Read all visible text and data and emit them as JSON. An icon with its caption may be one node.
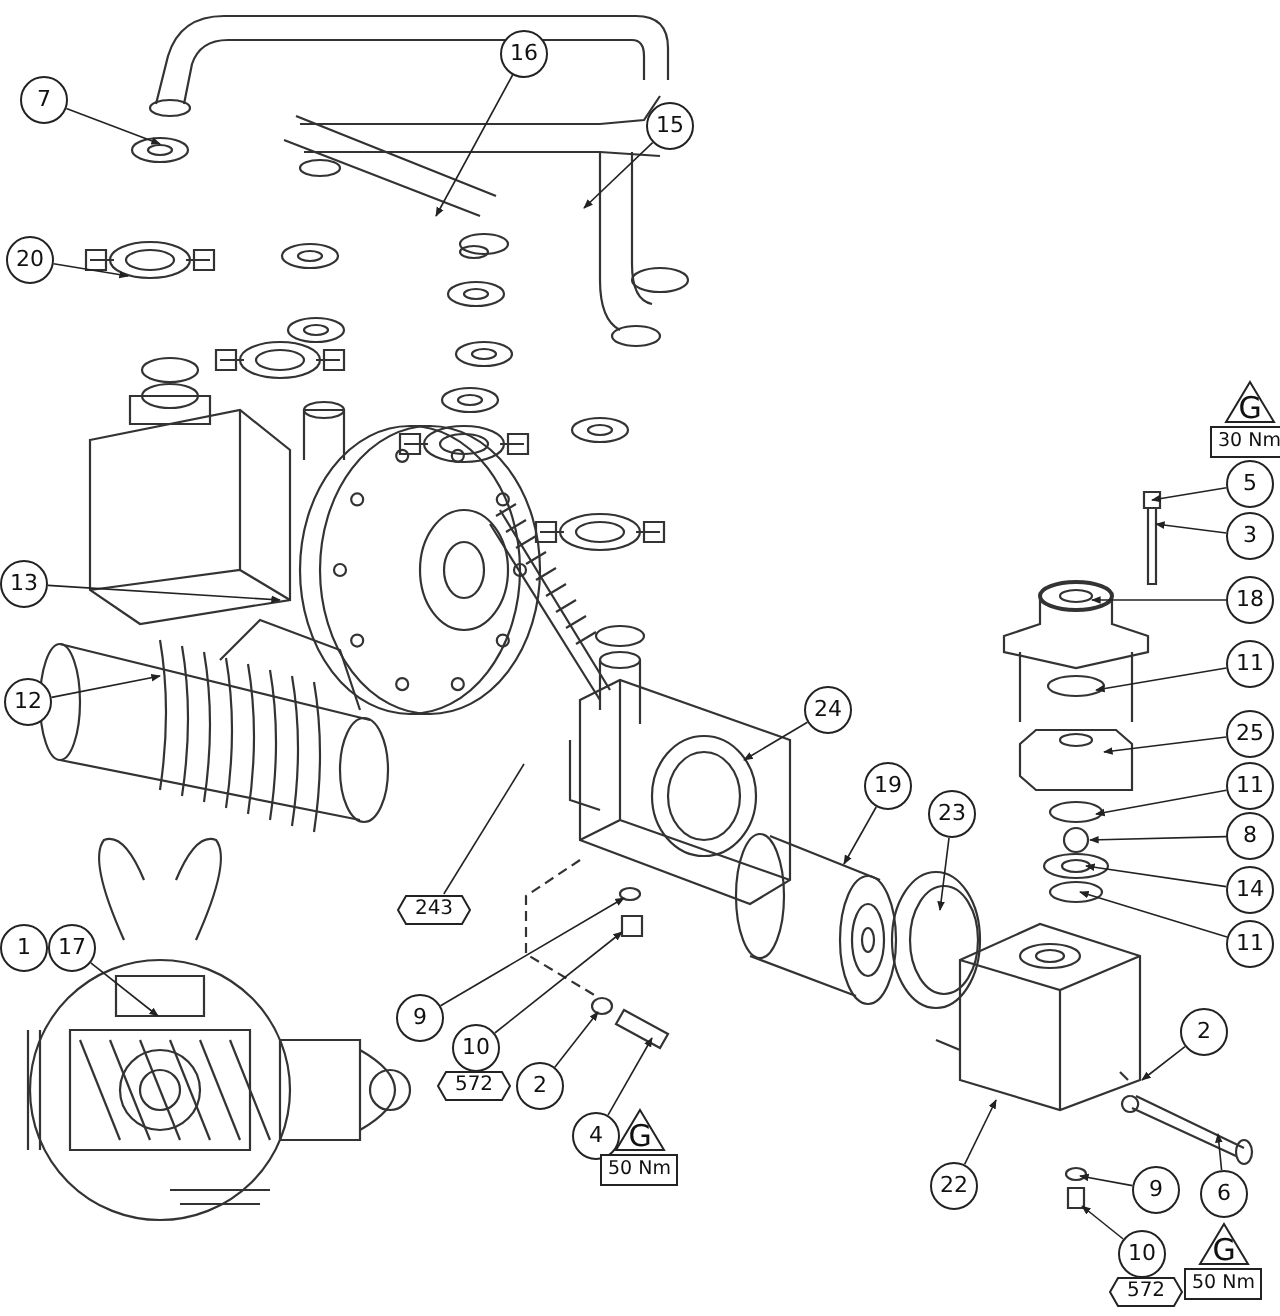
{
  "diagram": {
    "nodes": [
      {
        "text": [
          "7"
        ]
      },
      {
        "text": [
          "16"
        ]
      },
      {
        "text": [
          "15"
        ]
      },
      {
        "text": [
          "20"
        ]
      },
      {
        "text": [
          "13"
        ]
      },
      {
        "text": [
          "12"
        ]
      },
      {
        "text": [
          "243"
        ]
      },
      {
        "text": [
          "24"
        ]
      },
      {
        "text": [
          "19"
        ]
      },
      {
        "text": [
          "23"
        ]
      },
      {
        "text": [
          "9"
        ]
      },
      {
        "text": [
          "10"
        ]
      },
      {
        "text": [
          "572"
        ]
      },
      {
        "text": [
          "2"
        ]
      },
      {
        "text": [
          "4"
        ],
        "beside": [
          "G",
          "50 Nm"
        ]
      },
      {
        "text": [
          "1"
        ]
      },
      {
        "text": [
          "17"
        ]
      },
      {
        "text": [
          "5"
        ],
        "beside": [
          "G",
          "30 Nm"
        ]
      },
      {
        "text": [
          "3"
        ]
      },
      {
        "text": [
          "18"
        ]
      },
      {
        "text": [
          "11"
        ]
      },
      {
        "text": [
          "25"
        ]
      },
      {
        "text": [
          "11"
        ]
      },
      {
        "text": [
          "8"
        ]
      },
      {
        "text": [
          "14"
        ]
      },
      {
        "text": [
          "11"
        ]
      },
      {
        "text": [
          "2"
        ]
      },
      {
        "text": [
          "22"
        ]
      },
      {
        "text": [
          "9"
        ]
      },
      {
        "text": [
          "6"
        ],
        "beside": [
          "G",
          "50 Nm"
        ]
      },
      {
        "text": [
          "10"
        ]
      },
      {
        "text": [
          "572"
        ]
      }
    ],
    "edges": [
      {
        "from": 0,
        "to": null,
        "arrow": "to"
      },
      {
        "from": 1,
        "to": null,
        "arrow": "to"
      },
      {
        "from": 2,
        "to": null,
        "arrow": "to"
      },
      {
        "from": 3,
        "to": null,
        "arrow": "to"
      },
      {
        "from": 4,
        "to": null,
        "arrow": "to"
      },
      {
        "from": 5,
        "to": null,
        "arrow": "to"
      },
      {
        "from": 6,
        "to": null,
        "arrow": "none"
      },
      {
        "from": 7,
        "to": null,
        "arrow": "to"
      },
      {
        "from": 8,
        "to": null,
        "arrow": "to"
      },
      {
        "from": 9,
        "to": null,
        "arrow": "to"
      },
      {
        "from": 10,
        "to": null,
        "arrow": "to"
      },
      {
        "from": 11,
        "to": null,
        "arrow": "to"
      },
      {
        "from": 13,
        "to": null,
        "arrow": "to"
      },
      {
        "from": 14,
        "to": null,
        "arrow": "to"
      },
      {
        "from": 16,
        "to": null,
        "arrow": "to"
      },
      {
        "from": 17,
        "to": null,
        "arrow": "to"
      },
      {
        "from": 18,
        "to": null,
        "arrow": "to"
      },
      {
        "from": 19,
        "to": null,
        "arrow": "to"
      },
      {
        "from": 20,
        "to": null,
        "arrow": "to"
      },
      {
        "from": 21,
        "to": null,
        "arrow": "to"
      },
      {
        "from": 22,
        "to": null,
        "arrow": "to"
      },
      {
        "from": 23,
        "to": null,
        "arrow": "to"
      },
      {
        "from": 24,
        "to": null,
        "arrow": "to"
      },
      {
        "from": 25,
        "to": null,
        "arrow": "to"
      },
      {
        "from": 26,
        "to": null,
        "arrow": "to"
      },
      {
        "from": 27,
        "to": null,
        "arrow": "to"
      },
      {
        "from": 28,
        "to": null,
        "arrow": "to"
      },
      {
        "from": 29,
        "to": null,
        "arrow": "to"
      },
      {
        "from": 30,
        "to": null,
        "arrow": "to"
      }
    ]
  }
}
